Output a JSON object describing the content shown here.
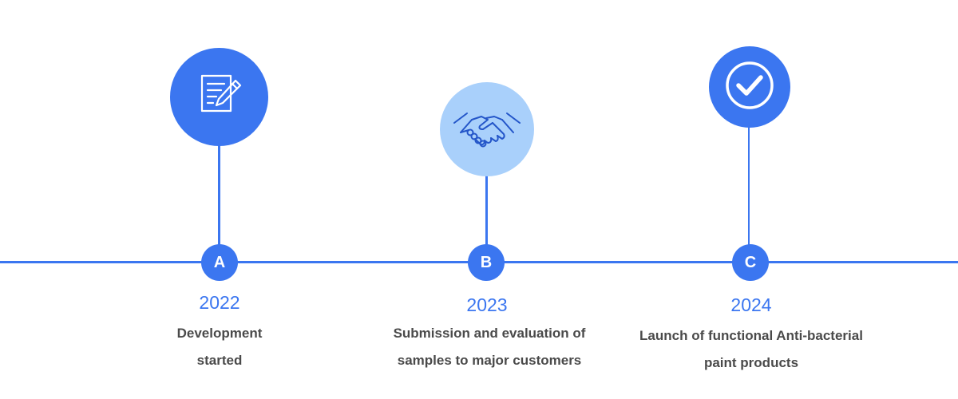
{
  "colors": {
    "primary": "#3b76f0",
    "light": "#a9d0fb",
    "text": "#4a4a4a"
  },
  "milestones": [
    {
      "marker": "A",
      "year": "2022",
      "line1": "Development",
      "line2": "started",
      "icon": "document-edit-icon"
    },
    {
      "marker": "B",
      "year": "2023",
      "line1": "Submission and evaluation of",
      "line2": "samples to major customers",
      "icon": "handshake-icon"
    },
    {
      "marker": "C",
      "year": "2024",
      "line1": "Launch of functional Anti-bacterial",
      "line2": "paint products",
      "icon": "checkmark-icon"
    }
  ]
}
